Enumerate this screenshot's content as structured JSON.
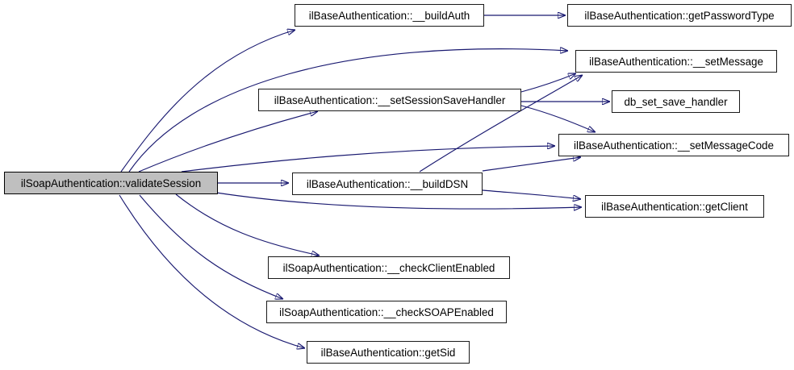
{
  "diagram": {
    "kind": "doxygen-call-graph",
    "colors": {
      "edge": "#191970",
      "node_fill": "#ffffff",
      "node_border": "#1a1a1a",
      "highlight_fill": "#bfbfbf",
      "text": "#000000",
      "background": "#ffffff"
    },
    "nodes": [
      {
        "id": "validateSession",
        "label": "ilSoapAuthentication::validateSession",
        "highlighted": true
      },
      {
        "id": "buildAuth",
        "label": "ilBaseAuthentication::__buildAuth",
        "highlighted": false
      },
      {
        "id": "getPasswordType",
        "label": "ilBaseAuthentication::getPasswordType",
        "highlighted": false
      },
      {
        "id": "setMessage",
        "label": "ilBaseAuthentication::__setMessage",
        "highlighted": false
      },
      {
        "id": "setSessionSaveHandler",
        "label": "ilBaseAuthentication::__setSessionSaveHandler",
        "highlighted": false
      },
      {
        "id": "dbSetSaveHandler",
        "label": "db_set_save_handler",
        "highlighted": false
      },
      {
        "id": "setMessageCode",
        "label": "ilBaseAuthentication::__setMessageCode",
        "highlighted": false
      },
      {
        "id": "buildDSN",
        "label": "ilBaseAuthentication::__buildDSN",
        "highlighted": false
      },
      {
        "id": "getClient",
        "label": "ilBaseAuthentication::getClient",
        "highlighted": false
      },
      {
        "id": "checkClientEnabled",
        "label": "ilSoapAuthentication::__checkClientEnabled",
        "highlighted": false
      },
      {
        "id": "checkSOAPEnabled",
        "label": "ilSoapAuthentication::__checkSOAPEnabled",
        "highlighted": false
      },
      {
        "id": "getSid",
        "label": "ilBaseAuthentication::getSid",
        "highlighted": false
      }
    ],
    "edges": [
      {
        "from": "validateSession",
        "to": "buildAuth"
      },
      {
        "from": "validateSession",
        "to": "setMessage"
      },
      {
        "from": "validateSession",
        "to": "setSessionSaveHandler"
      },
      {
        "from": "validateSession",
        "to": "setMessageCode"
      },
      {
        "from": "validateSession",
        "to": "buildDSN"
      },
      {
        "from": "validateSession",
        "to": "getClient"
      },
      {
        "from": "validateSession",
        "to": "checkClientEnabled"
      },
      {
        "from": "validateSession",
        "to": "checkSOAPEnabled"
      },
      {
        "from": "validateSession",
        "to": "getSid"
      },
      {
        "from": "buildAuth",
        "to": "getPasswordType"
      },
      {
        "from": "setSessionSaveHandler",
        "to": "setMessage"
      },
      {
        "from": "setSessionSaveHandler",
        "to": "dbSetSaveHandler"
      },
      {
        "from": "setSessionSaveHandler",
        "to": "setMessageCode"
      },
      {
        "from": "buildDSN",
        "to": "setMessage"
      },
      {
        "from": "buildDSN",
        "to": "setMessageCode"
      },
      {
        "from": "buildDSN",
        "to": "getClient"
      }
    ]
  }
}
